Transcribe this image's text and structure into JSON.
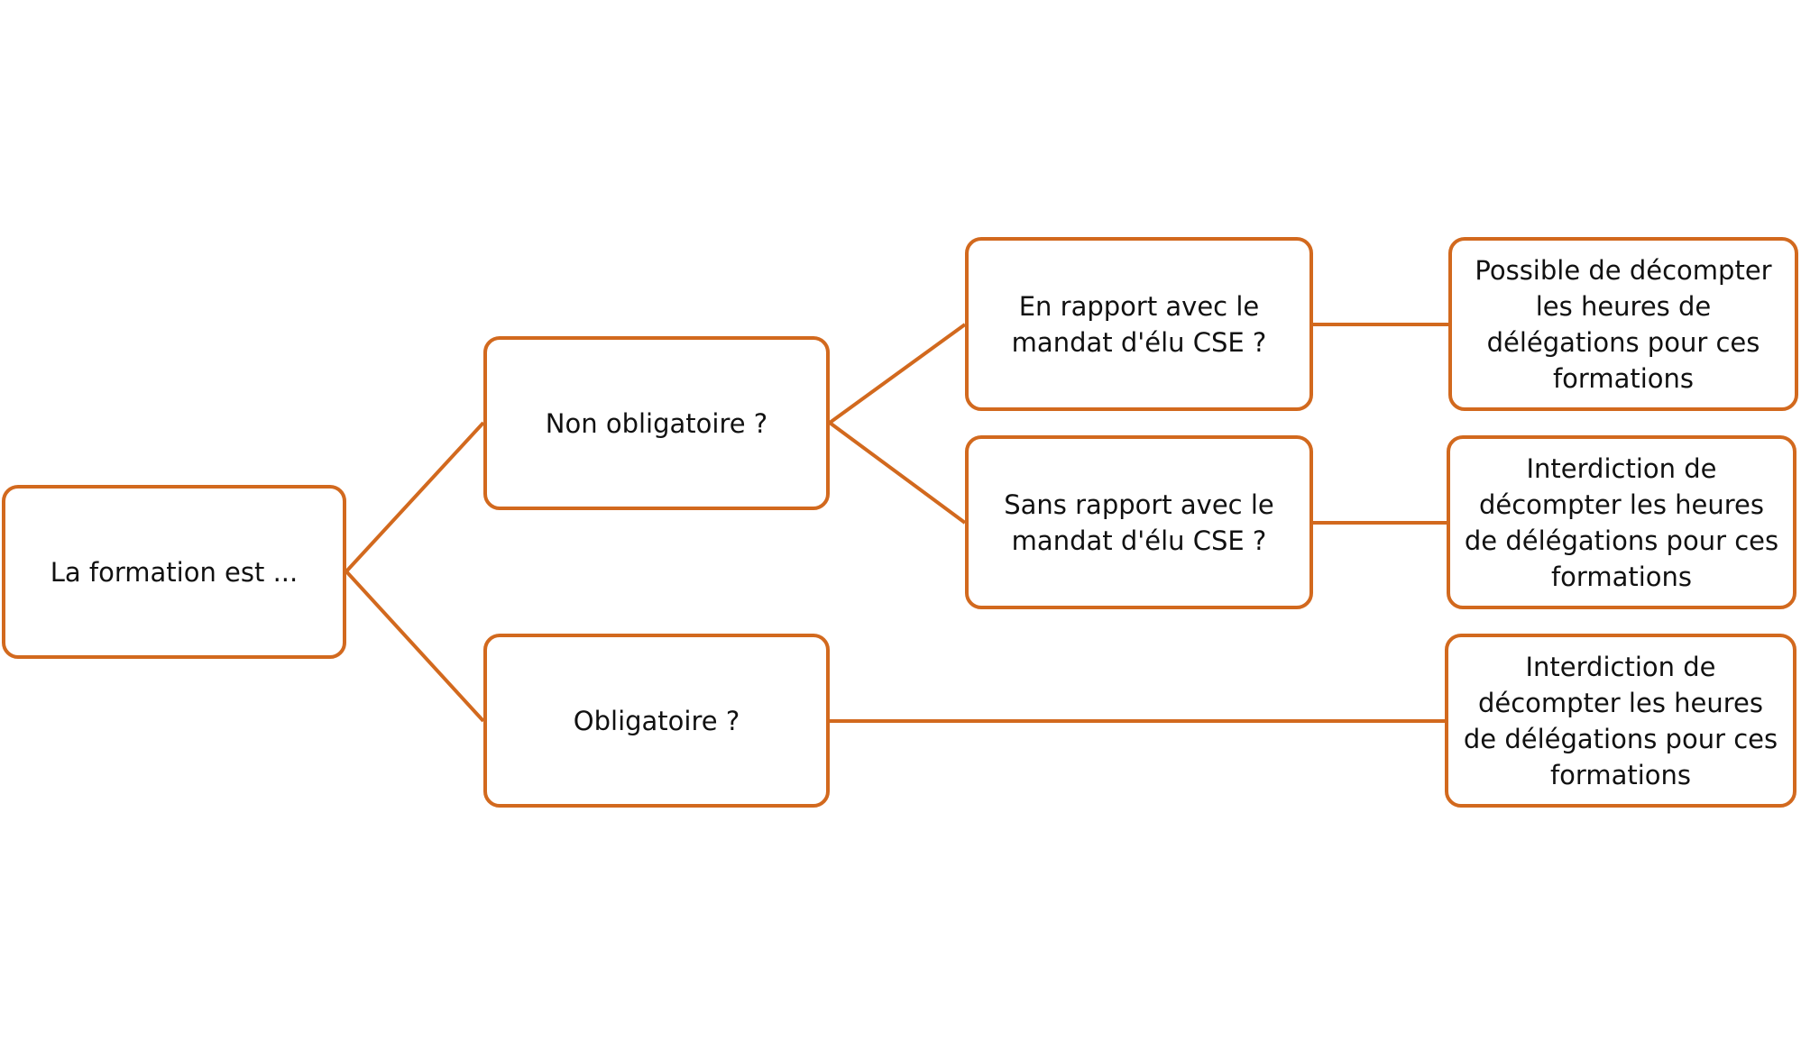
{
  "theme": {
    "border_color": "#d2691e",
    "line_color": "#d2691e",
    "background": "#ffffff"
  },
  "nodes": {
    "root": {
      "label": "La formation est ..."
    },
    "non_obligatoire": {
      "label": "Non obligatoire ?"
    },
    "obligatoire": {
      "label": "Obligatoire ?"
    },
    "en_rapport": {
      "label": "En rapport avec le\nmandat d'élu CSE ?"
    },
    "sans_rapport": {
      "label": "Sans rapport avec le\nmandat d'élu CSE ?"
    },
    "possible": {
      "label": "Possible de décompter\nles heures de\ndélégations pour ces\nformations"
    },
    "interdiction_1": {
      "label": "Interdiction de\ndécompter les heures\nde délégations pour ces\nformations"
    },
    "interdiction_2": {
      "label": "Interdiction de\ndécompter les heures\nde délégations pour ces\nformations"
    }
  }
}
